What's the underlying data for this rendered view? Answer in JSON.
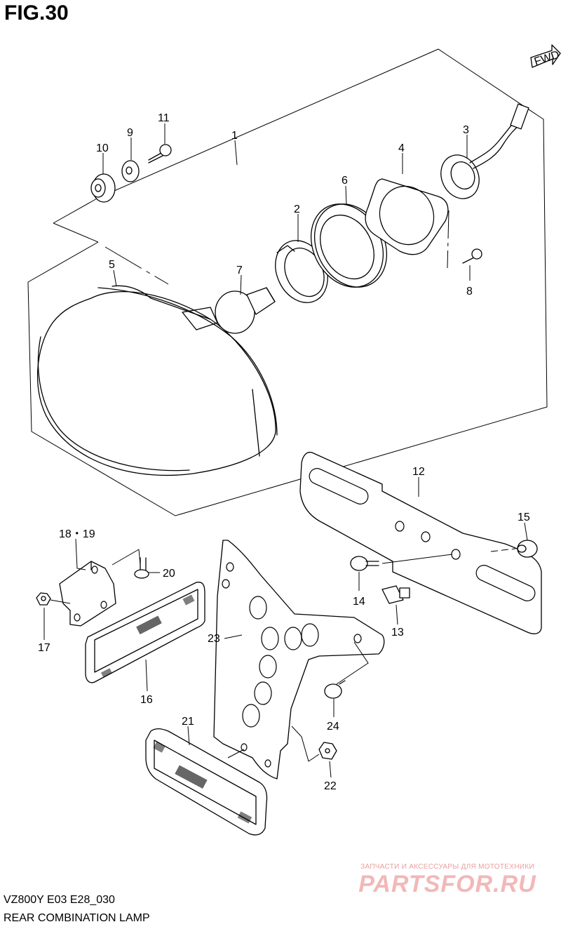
{
  "figure": {
    "title": "FIG.30",
    "fwd_label": "FWD"
  },
  "callouts": [
    {
      "id": "c1",
      "text": "1"
    },
    {
      "id": "c2",
      "text": "2"
    },
    {
      "id": "c3",
      "text": "3"
    },
    {
      "id": "c4",
      "text": "4"
    },
    {
      "id": "c5",
      "text": "5"
    },
    {
      "id": "c6",
      "text": "6"
    },
    {
      "id": "c7",
      "text": "7"
    },
    {
      "id": "c8",
      "text": "8"
    },
    {
      "id": "c9",
      "text": "9"
    },
    {
      "id": "c10",
      "text": "10"
    },
    {
      "id": "c11",
      "text": "11"
    },
    {
      "id": "c12",
      "text": "12"
    },
    {
      "id": "c13",
      "text": "13"
    },
    {
      "id": "c14",
      "text": "14"
    },
    {
      "id": "c15",
      "text": "15"
    },
    {
      "id": "c16",
      "text": "16"
    },
    {
      "id": "c17",
      "text": "17"
    },
    {
      "id": "c18",
      "text": "18・19"
    },
    {
      "id": "c20",
      "text": "20"
    },
    {
      "id": "c21",
      "text": "21"
    },
    {
      "id": "c22",
      "text": "22"
    },
    {
      "id": "c23",
      "text": "23"
    },
    {
      "id": "c24",
      "text": "24"
    }
  ],
  "footer": {
    "model_code": "VZ800Y E03 E28_030",
    "caption": "REAR COMBINATION LAMP"
  },
  "watermark": {
    "tagline": "ЗАПЧАСТИ И АКСЕССУАРЫ ДЛЯ МОТОТЕХНИКИ",
    "logo": "PARTSFOR.RU"
  }
}
